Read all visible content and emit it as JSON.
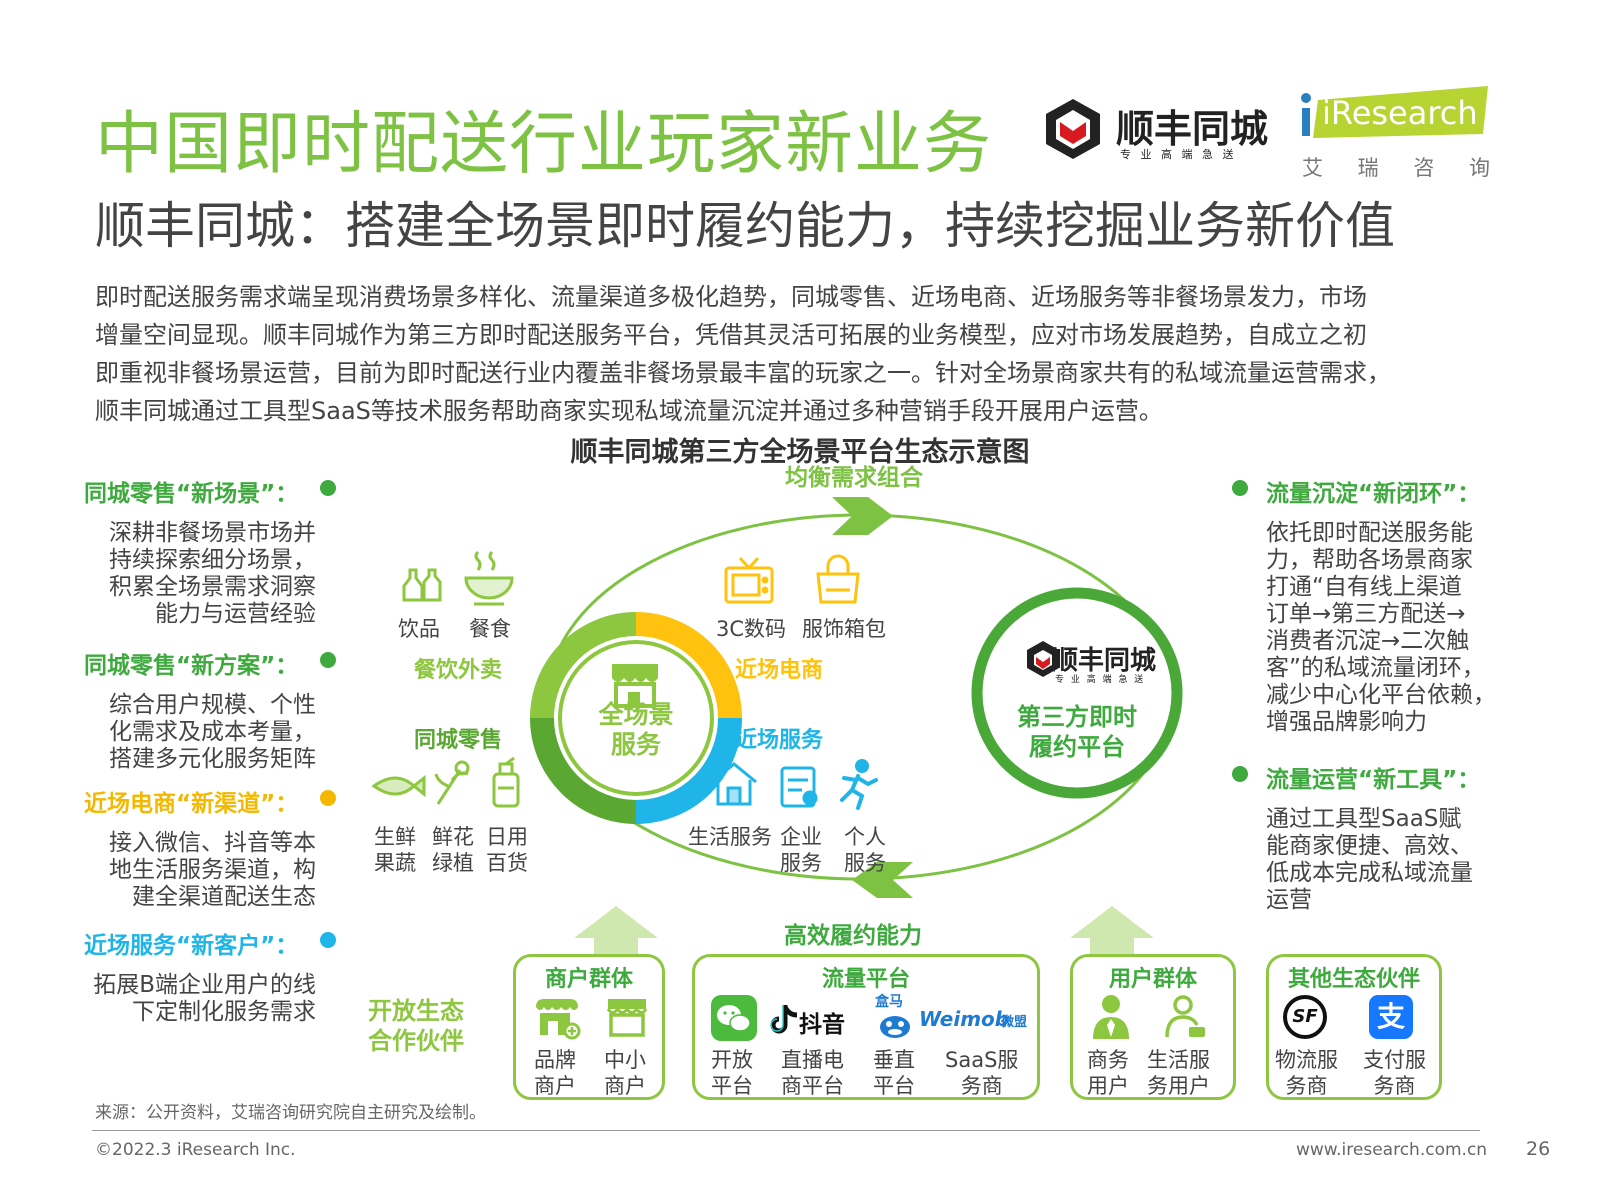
{
  "header": {
    "title": "中国即时配送行业玩家新业务",
    "subtitle": "顺丰同城：搭建全场景即时履约能力，持续挖掘业务新价值",
    "sf_logo_name": "顺丰同城",
    "sf_logo_slogan": "专 业 高 端 急 送",
    "ir_logo": "iResearch",
    "ir_logo_cn": "艾 瑞 咨 询"
  },
  "intro": {
    "lines": [
      "即时配送服务需求端呈现消费场景多样化、流量渠道多极化趋势，同城零售、近场电商、近场服务等非餐场景发力，市场",
      "增量空间显现。顺丰同城作为第三方即时配送服务平台，凭借其灵活可拓展的业务模型，应对市场发展趋势，自成立之初",
      "即重视非餐场景运营，目前为即时配送行业内覆盖非餐场景最丰富的玩家之一。针对全场景商家共有的私域流量运营需求，",
      "顺丰同城通过工具型SaaS等技术服务帮助商家实现私域流量沉淀并通过多种营销手段开展用户运营。"
    ]
  },
  "diagram": {
    "title": "顺丰同城第三方全场景平台生态示意图",
    "top_arrow_label": "均衡需求组合",
    "bottom_arrow_label": "高效履约能力",
    "center": {
      "line1": "全场景",
      "line2": "服务"
    },
    "ring_labels": {
      "catering": "餐饮外卖",
      "ecommerce": "近场电商",
      "retail": "同城零售",
      "service": "近场服务"
    },
    "icons": {
      "drinks": "饮品",
      "meals": "餐食",
      "digital": "3C数码",
      "fashion": "服饰箱包",
      "fresh_l1": "生鲜",
      "fresh_l2": "果蔬",
      "flower_l1": "鲜花",
      "flower_l2": "绿植",
      "daily_l1": "日用",
      "daily_l2": "百货",
      "life": "生活服务",
      "ent_l1": "企业",
      "ent_l2": "服务",
      "personal_l1": "个人",
      "personal_l2": "服务"
    },
    "platform": {
      "logo_name": "顺丰同城",
      "logo_slogan": "专 业 高 端 急 送",
      "line1": "第三方即时",
      "line2": "履约平台"
    }
  },
  "left_panel": [
    {
      "heading": "同城零售“新场景”：",
      "color": "#3eaa3e",
      "lines": [
        "深耕非餐场景市场并",
        "持续探索细分场景，",
        "积累全场景需求洞察",
        "能力与运营经验"
      ]
    },
    {
      "heading": "同城零售“新方案”：",
      "color": "#3eaa3e",
      "lines": [
        "综合用户规模、个性",
        "化需求及成本考量，",
        "搭建多元化服务矩阵"
      ]
    },
    {
      "heading": "近场电商“新渠道”：",
      "color": "#f5b800",
      "lines": [
        "接入微信、抖音等本",
        "地生活服务渠道，构",
        "建全渠道配送生态"
      ]
    },
    {
      "heading": "近场服务“新客户”：",
      "color": "#1fb5e8",
      "lines": [
        "拓展B端企业用户的线",
        "下定制化服务需求"
      ]
    }
  ],
  "right_panel": [
    {
      "heading": "流量沉淀“新闭环”：",
      "lines": [
        "依托即时配送服务能",
        "力，帮助各场景商家",
        "打通“自有线上渠道",
        "订单→第三方配送→",
        "消费者沉淀→二次触",
        "客”的私域流量闭环，",
        "减少中心化平台依赖，",
        "增强品牌影响力"
      ]
    },
    {
      "heading": "流量运营“新工具”：",
      "lines": [
        "通过工具型SaaS赋",
        "能商家便捷、高效、",
        "低成本完成私域流量",
        "运营"
      ]
    }
  ],
  "partners": {
    "label_l1": "开放生态",
    "label_l2": "合作伙伴",
    "merchant": {
      "title": "商户群体",
      "a1": "品牌",
      "a2": "商户",
      "b1": "中小",
      "b2": "商户"
    },
    "traffic": {
      "title": "流量平台",
      "a1": "开放",
      "a2": "平台",
      "b1": "直播电",
      "b2": "商平台",
      "c1": "垂直",
      "c2": "平台",
      "d1": "SaaS服",
      "d2": "务商",
      "douyin": "抖音",
      "hema": "盒马",
      "weimob": "Weimob",
      "weimob_cn": "微盟"
    },
    "users": {
      "title": "用户群体",
      "a1": "商务",
      "a2": "用户",
      "b1": "生活服",
      "b2": "务用户"
    },
    "other": {
      "title": "其他生态伙伴",
      "a1": "物流服",
      "a2": "务商",
      "b1": "支付服",
      "b2": "务商",
      "sf_mark": "SF",
      "alipay_mark": "支"
    }
  },
  "footer": {
    "source": "来源：公开资料，艾瑞咨询研究院自主研究及绘制。",
    "copyright": "©2022.3 iResearch Inc.",
    "website": "www.iresearch.com.cn",
    "page": "26"
  }
}
